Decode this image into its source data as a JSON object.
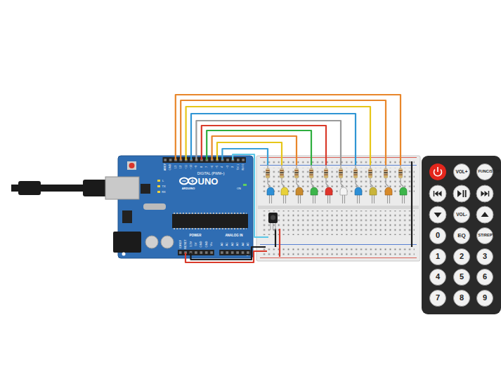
{
  "diagram": {
    "nodes": [
      {
        "text": [
          "UNO",
          "ARDUINO",
          "DIGITAL (PWM~)",
          "POWER",
          "ANALOG IN",
          "ON",
          "L",
          "TX",
          "RX"
        ]
      },
      {
        "text": [
          "VOL+"
        ]
      },
      {
        "text": [
          "FUNC/STOP"
        ]
      },
      {
        "text": [
          "VOL-"
        ]
      },
      {
        "text": [
          "0"
        ]
      },
      {
        "text": [
          "EQ"
        ]
      },
      {
        "text": [
          "ST/REPT"
        ]
      },
      {
        "text": [
          "1"
        ]
      },
      {
        "text": [
          "2"
        ]
      },
      {
        "text": [
          "3"
        ]
      },
      {
        "text": [
          "4"
        ]
      },
      {
        "text": [
          "5"
        ]
      },
      {
        "text": [
          "6"
        ]
      },
      {
        "text": [
          "7"
        ]
      },
      {
        "text": [
          "8"
        ]
      },
      {
        "text": [
          "9"
        ]
      }
    ],
    "labels": [
      "AREF",
      "GND",
      "13",
      "12",
      "~11",
      "~10",
      "~9",
      "8",
      "7",
      "~6",
      "~5",
      "4",
      "~3",
      "2",
      "TX 1",
      "RX 0",
      "IOREF",
      "RESET",
      "3.3V",
      "5V",
      "GND",
      "GND",
      "Vin",
      "A0",
      "A1",
      "A2",
      "A3",
      "A4",
      "A5"
    ]
  }
}
